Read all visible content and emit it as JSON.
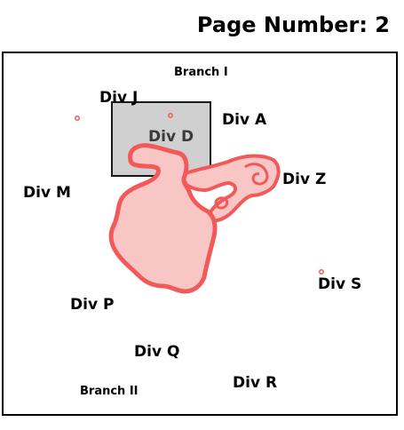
{
  "header": {
    "page_number_label": "Page Number: 2"
  },
  "map": {
    "labels": {
      "branch_i": "Branch I",
      "branch_ii": "Branch II",
      "div_a": "Div A",
      "div_d": "Div D",
      "div_j": "Div J",
      "div_m": "Div M",
      "div_p": "Div P",
      "div_q": "Div Q",
      "div_r": "Div R",
      "div_s": "Div S",
      "div_z": "Div Z"
    },
    "colors": {
      "region_fill": "#f9c6c6",
      "region_stroke": "#f25a5a",
      "highlight_fill": "#d0d0d0",
      "highlight_stroke": "#1a1a1a"
    },
    "features": [
      "main-region",
      "eastern-lobe",
      "highlight-box",
      "point-northwest",
      "point-inbox",
      "point-east"
    ]
  }
}
